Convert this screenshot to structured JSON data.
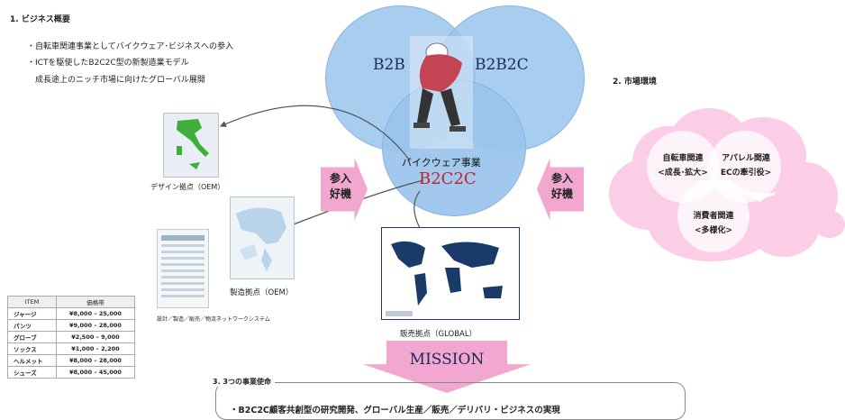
{
  "business": {
    "title": "1. ビジネス概要",
    "bullets": [
      "・自転車関連事業としてバイクウェア･ビジネスへの参入",
      "・ICTを駆使したB2C2C型の新製造業モデル",
      "　成長途上のニッチ市場に向けたグローバル展開"
    ]
  },
  "venn": {
    "b2b": "B2B",
    "b2b2c": "B2B2C",
    "main_label": "バイクウェア事業",
    "main_model": "B2C2C",
    "colors": {
      "circle": "#9ac4ec",
      "model_text": "#c8202a"
    }
  },
  "arrows": {
    "left_label": "参入\n好機",
    "right_label": "参入\n好機",
    "mission_label": "MISSION",
    "color": "#f2a7d0"
  },
  "market": {
    "title": "2. 市場環境",
    "items": [
      "自転車関連\n<成長･拡大>",
      "アパレル関連\nECの牽引役>",
      "消費者関連\n<多様化>"
    ]
  },
  "locations": {
    "design": "デザイン拠点（OEM）",
    "manufacturing": "製造拠点（OEM）",
    "sales": "販売拠点（GLOBAL）",
    "network": "設計／製造／販売／物流ネットワークシステム"
  },
  "price_table": {
    "headers": [
      "ITEM",
      "価格帯"
    ],
    "rows": [
      {
        "item": "ジャージ",
        "price": "¥8,000 – 25,000"
      },
      {
        "item": "パンツ",
        "price": "¥9,000 – 28,000"
      },
      {
        "item": "グローブ",
        "price": "¥2,500 – 9,000"
      },
      {
        "item": "ソックス",
        "price": "¥1,000 – 2,200"
      },
      {
        "item": "ヘルメット",
        "price": "¥8,000 – 28,000"
      },
      {
        "item": "シューズ",
        "price": "¥8,000 – 45,000"
      }
    ]
  },
  "mission": {
    "title": "3. 3つの事業使命",
    "first_item": "・B2C2C顧客共創型の研究開発、グローバル生産／販売／デリバリ・ビジネスの実現"
  }
}
